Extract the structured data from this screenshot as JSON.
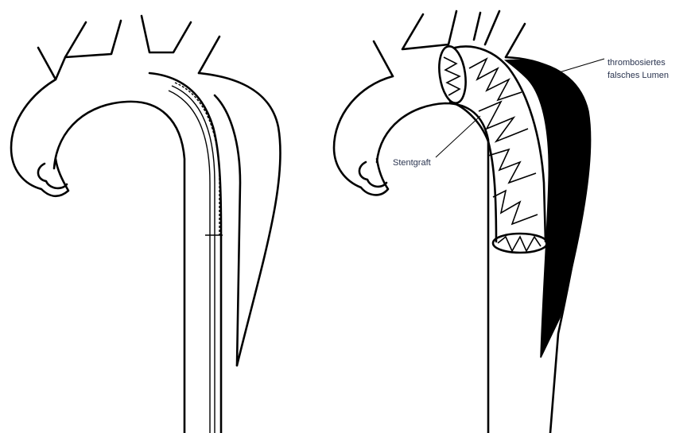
{
  "labels": {
    "false_lumen_line1": "thrombosiertes",
    "false_lumen_line2": "falsches Lumen",
    "stentgraft": "Stentgraft"
  }
}
